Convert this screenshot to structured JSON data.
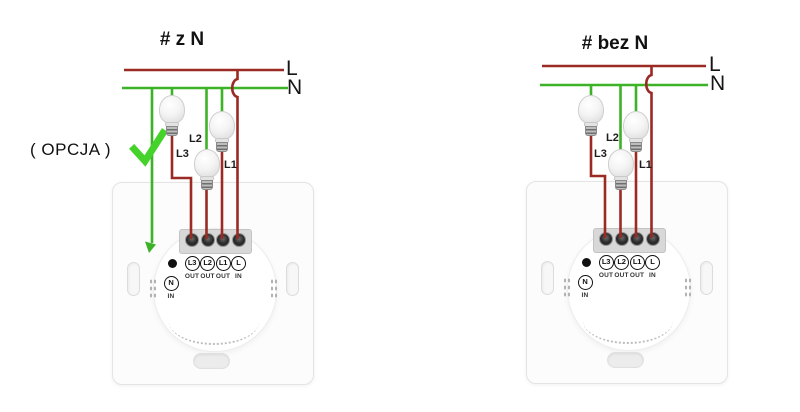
{
  "colors": {
    "live_wire": "#9a2a23",
    "neutral_wire": "#3cb226",
    "checkmark": "#45d32b",
    "label_text": "#1a1a1a"
  },
  "diagrams": [
    {
      "title": "# z N",
      "live_label": "L",
      "neutral_label": "N",
      "option_label": "( OPCJA )",
      "bulb_labels": {
        "l3": "L3",
        "l2": "L2",
        "l1": "L1"
      },
      "terminals": [
        {
          "name": "L3",
          "dir": "OUT"
        },
        {
          "name": "L2",
          "dir": "OUT"
        },
        {
          "name": "L1",
          "dir": "OUT"
        },
        {
          "name": "L",
          "dir": "IN"
        }
      ],
      "neutral_terminal": {
        "name": "N",
        "dir": "IN"
      }
    },
    {
      "title": "# bez N",
      "live_label": "L",
      "neutral_label": "N",
      "bulb_labels": {
        "l3": "L3",
        "l2": "L2",
        "l1": "L1"
      },
      "terminals": [
        {
          "name": "L3",
          "dir": "OUT"
        },
        {
          "name": "L2",
          "dir": "OUT"
        },
        {
          "name": "L1",
          "dir": "OUT"
        },
        {
          "name": "L",
          "dir": "IN"
        }
      ],
      "neutral_terminal": {
        "name": "N",
        "dir": "IN"
      }
    }
  ]
}
